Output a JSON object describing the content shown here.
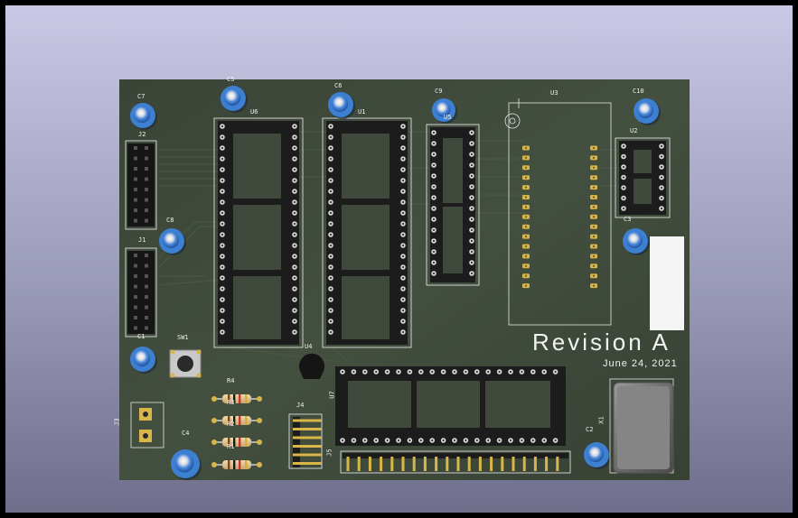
{
  "board": {
    "revision_label": "Revision A",
    "date_label": "June 24, 2021"
  },
  "refs": {
    "U1": "U1",
    "U2": "U2",
    "U3": "U3",
    "U4": "U4",
    "U5": "U5",
    "U6": "U6",
    "U7": "U7",
    "C1": "C1",
    "C2": "C2",
    "C3": "C3",
    "C4": "C4",
    "C5": "C5",
    "C6": "C6",
    "C7": "C7",
    "C8": "C8",
    "C9": "C9",
    "C10": "C10",
    "J1": "J1",
    "J2": "J2",
    "J3": "J3",
    "J4": "J4",
    "J5": "J5",
    "R1": "R1",
    "R2": "R2",
    "R3": "R3",
    "R4": "R4",
    "SW1": "SW1",
    "X1": "X1"
  },
  "colors": {
    "pcb": "#3d4739",
    "pad": "#d8d8d8",
    "gold": "#d8b64a",
    "cap_blue": "#3d7fd0",
    "socket": "#1c1c1c",
    "silkscreen": "#f2f2f2"
  }
}
